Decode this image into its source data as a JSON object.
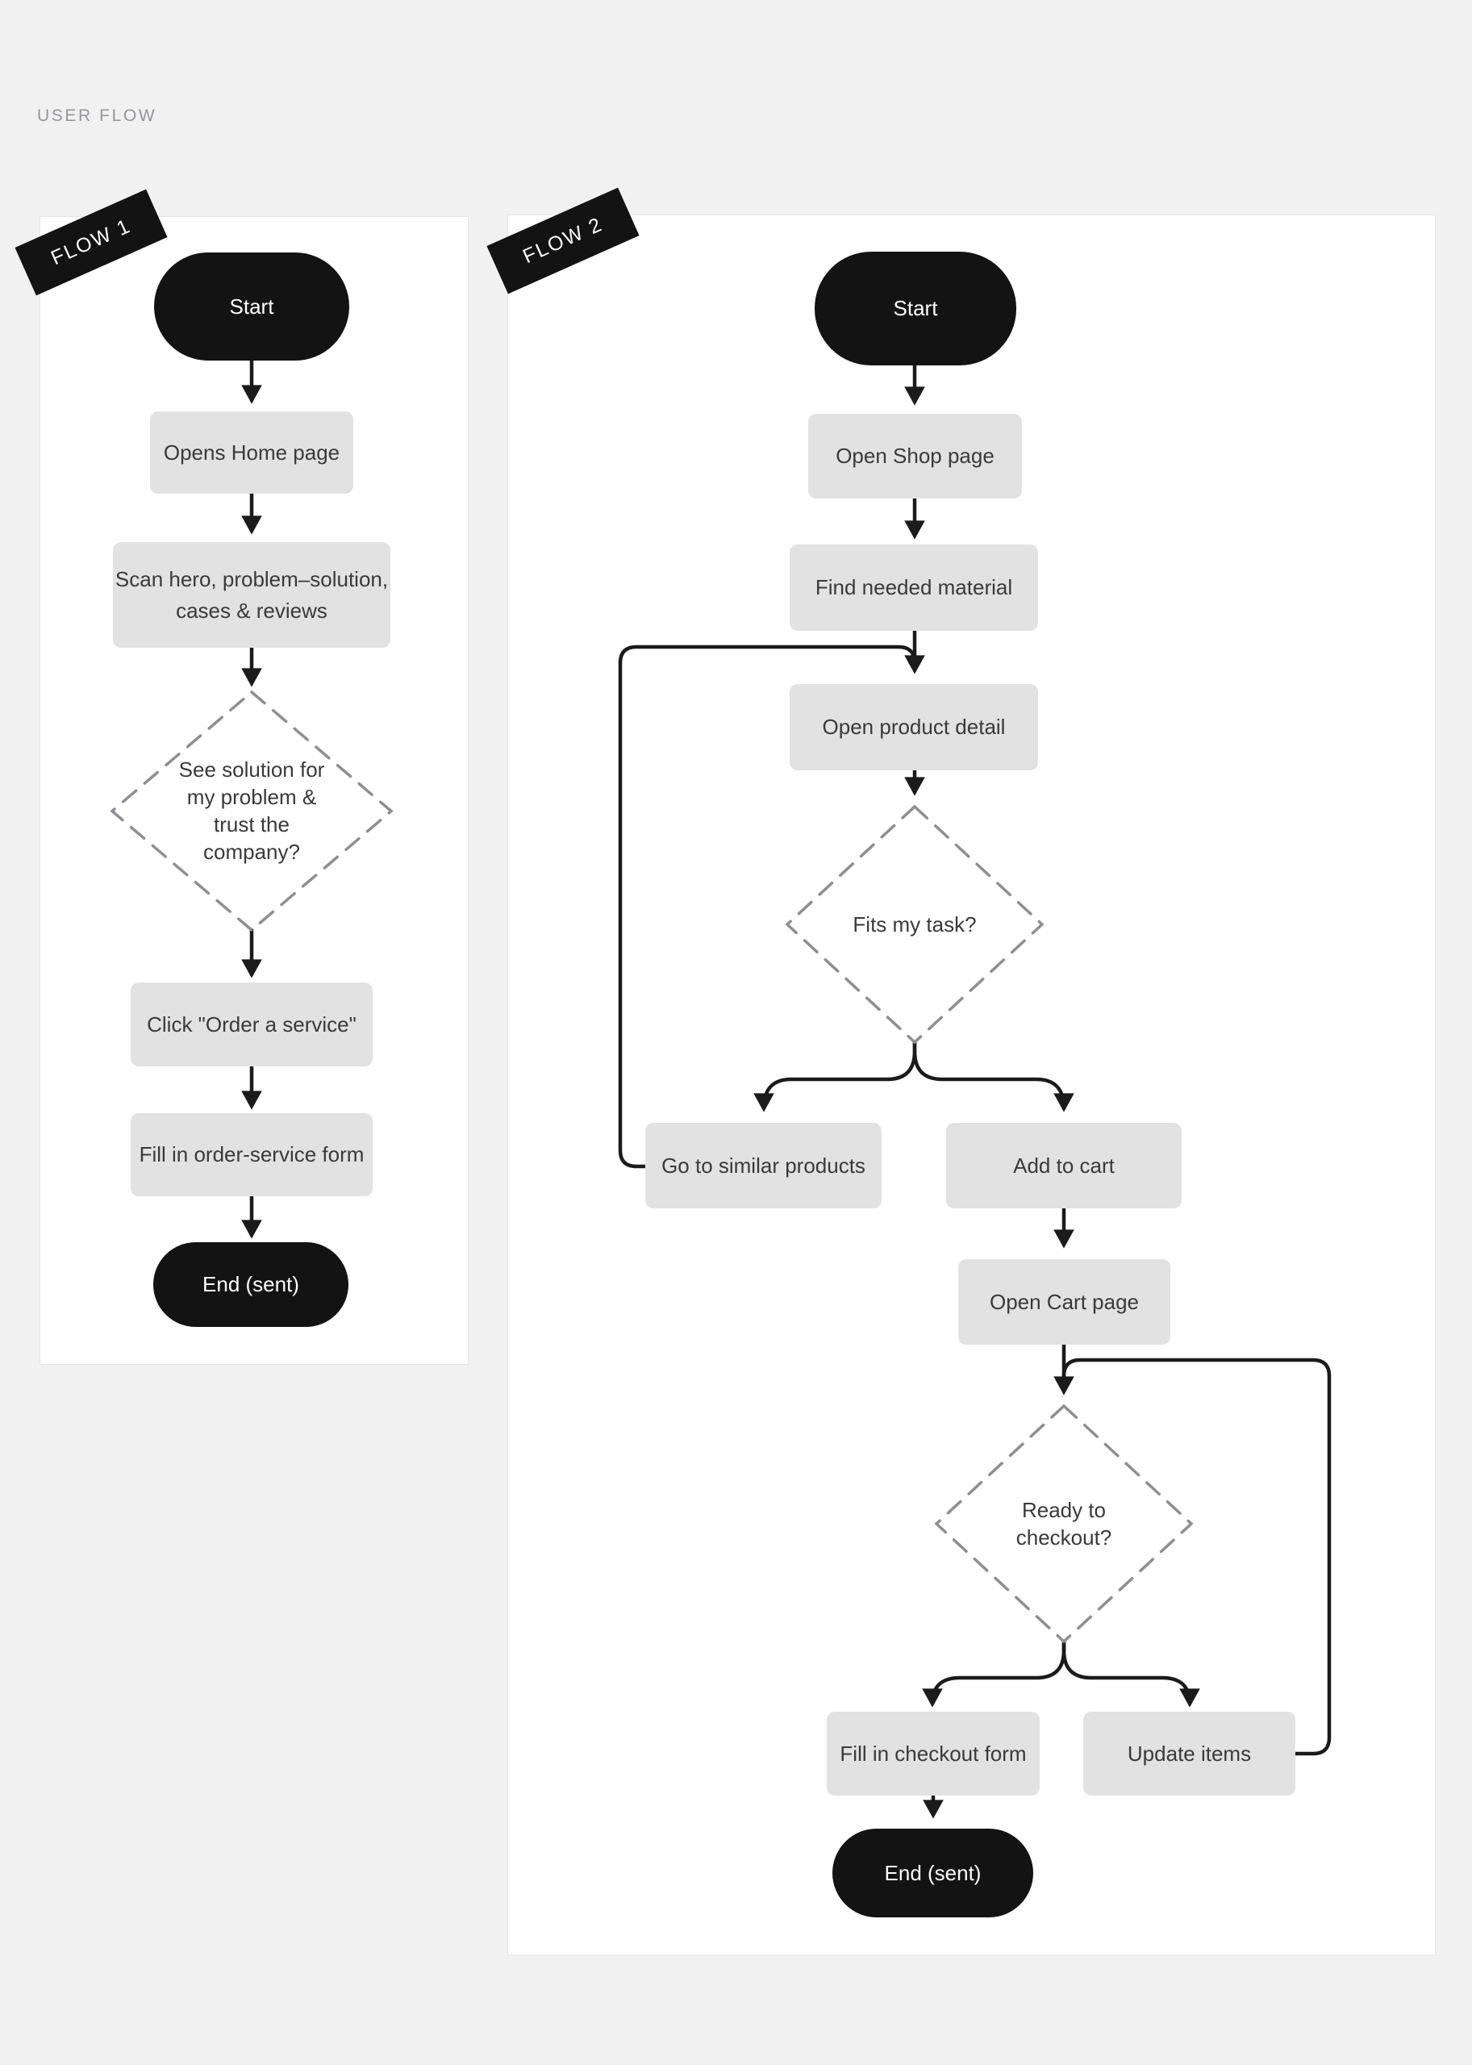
{
  "page": {
    "title": "USER FLOW"
  },
  "colors": {
    "background": "#f1f1f2",
    "panel": "#ffffff",
    "panel_border": "#e5e5e7",
    "node_black": "#131313",
    "node_gray": "#e2e2e2",
    "node_text": "#3a3a3c",
    "terminal_text": "#fdfdfd",
    "connector": "#1b1b1b",
    "decision_dash": "#8e8e93",
    "title_text": "#96969a"
  },
  "flow1": {
    "badge": "FLOW 1",
    "nodes": {
      "start": "Start",
      "opens_home": "Opens Home page",
      "scan": [
        "Scan hero, problem–solution,",
        "cases & reviews"
      ],
      "decision": [
        "See solution for",
        "my problem &",
        "trust the",
        "company?"
      ],
      "click_order": "Click \"Order a service\"",
      "fill_form": "Fill in order-service form",
      "end": "End (sent)"
    }
  },
  "flow2": {
    "badge": "FLOW 2",
    "nodes": {
      "start": "Start",
      "open_shop": "Open Shop page",
      "find_material": "Find needed material",
      "open_product": "Open product detail",
      "fits_task": "Fits my task?",
      "go_similar": "Go to similar products",
      "add_cart": "Add to cart",
      "open_cart": "Open Cart page",
      "ready_checkout": [
        "Ready to",
        "checkout?"
      ],
      "fill_checkout": "Fill in checkout form",
      "update_items": "Update items",
      "end": "End (sent)"
    }
  }
}
